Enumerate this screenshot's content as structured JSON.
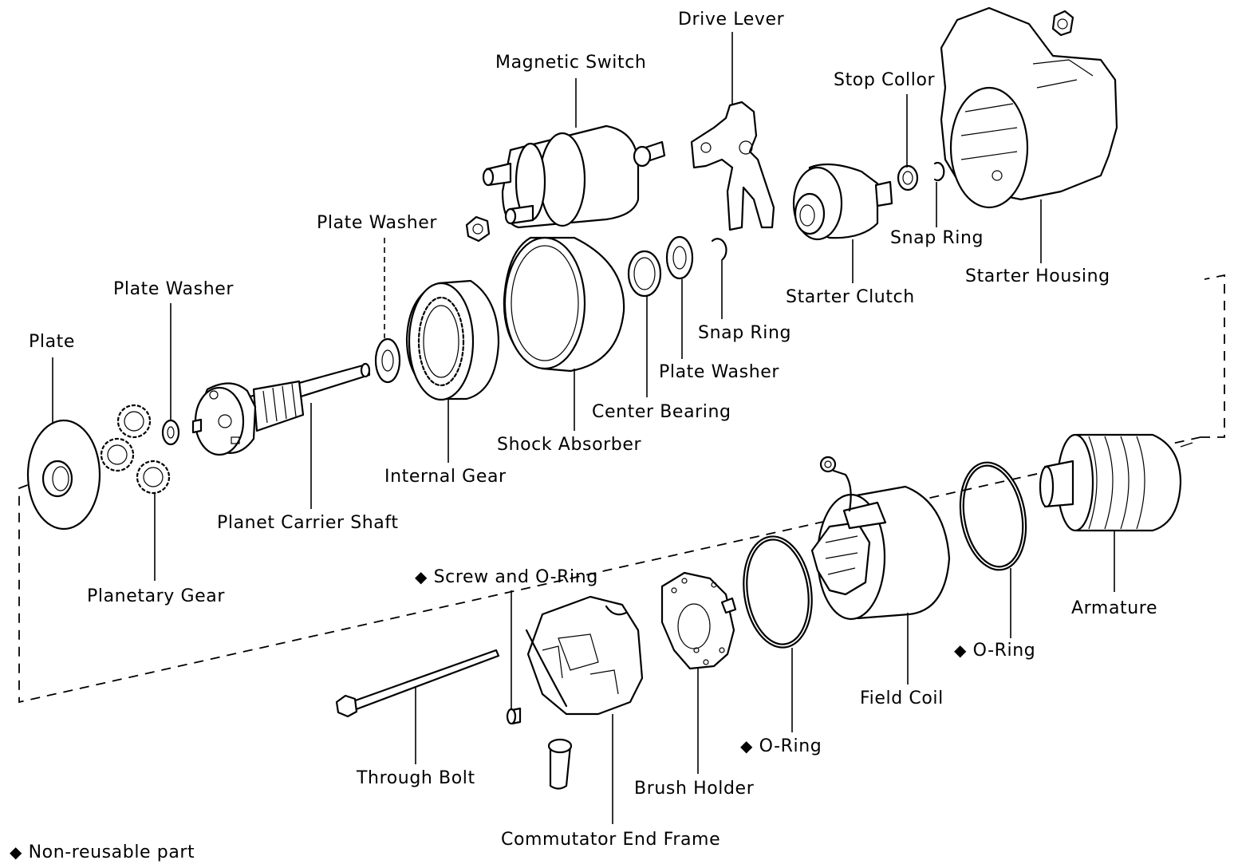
{
  "labels": {
    "drive_lever": "Drive Lever",
    "magnetic_switch": "Magnetic Switch",
    "stop_collor": "Stop Collor",
    "plate_washer_top": "Plate Washer",
    "plate_washer_left": "Plate Washer",
    "plate": "Plate",
    "snap_ring_top": "Snap Ring",
    "starter_housing": "Starter Housing",
    "starter_clutch": "Starter Clutch",
    "snap_ring_mid": "Snap Ring",
    "plate_washer_mid": "Plate Washer",
    "center_bearing": "Center Bearing",
    "shock_absorber": "Shock Absorber",
    "internal_gear": "Internal Gear",
    "planet_carrier_shaft": "Planet Carrier Shaft",
    "planetary_gear": "Planetary Gear",
    "screw_and_o_ring": "Screw and O-Ring",
    "armature": "Armature",
    "o_ring_right": "O-Ring",
    "field_coil": "Field Coil",
    "o_ring_mid": "O-Ring",
    "through_bolt": "Through Bolt",
    "brush_holder": "Brush Holder",
    "commutator_end_frame": "Commutator End Frame"
  },
  "legend": {
    "symbol": "◆",
    "text": "Non-reusable part"
  },
  "non_reusable_marker": "◆"
}
